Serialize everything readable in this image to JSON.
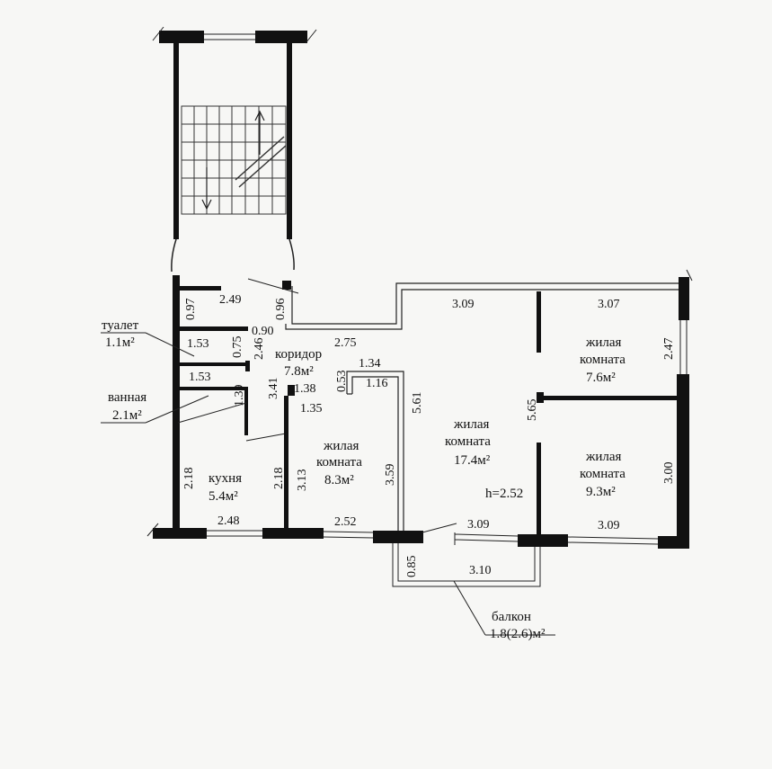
{
  "rooms": {
    "toilet": {
      "name": "туалет",
      "area": "1.1м²"
    },
    "bathroom": {
      "name": "ванная",
      "area": "2.1м²"
    },
    "corridor": {
      "name": "коридор",
      "area": "7.8м²"
    },
    "kitchen": {
      "name": "кухня",
      "area": "5.4м²"
    },
    "room_small": {
      "name1": "жилая",
      "name2": "комната",
      "area": "8.3м²"
    },
    "room_large": {
      "name1": "жилая",
      "name2": "комната",
      "area": "17.4м²"
    },
    "room_ne": {
      "name1": "жилая",
      "name2": "комната",
      "area": "7.6м²"
    },
    "room_se": {
      "name1": "жилая",
      "name2": "комната",
      "area": "9.3м²"
    },
    "balcony": {
      "name": "балкон",
      "area": "1.8(2.6)м²"
    }
  },
  "ceiling_height": "h=2.52",
  "dimensions": {
    "d_249": "2.49",
    "d_097": "0.97",
    "d_096": "0.96",
    "d_090": "0.90",
    "d_153a": "1.53",
    "d_075": "0.75",
    "d_246": "2.46",
    "d_275": "2.75",
    "d_309_top": "3.09",
    "d_307": "3.07",
    "d_247": "2.47",
    "d_134": "1.34",
    "d_053": "0.53",
    "d_116": "1.16",
    "d_153b": "1.53",
    "d_139": "1.39",
    "d_341": "3.41",
    "d_138": "1.38",
    "d_135": "1.35",
    "d_561": "5.61",
    "d_565": "5.65",
    "d_218a": "2.18",
    "d_218b": "2.18",
    "d_313": "3.13",
    "d_359": "3.59",
    "d_300": "3.00",
    "d_248": "2.48",
    "d_252": "2.52",
    "d_309_bot1": "3.09",
    "d_309_bot2": "3.09",
    "d_085": "0.85",
    "d_310": "3.10"
  }
}
